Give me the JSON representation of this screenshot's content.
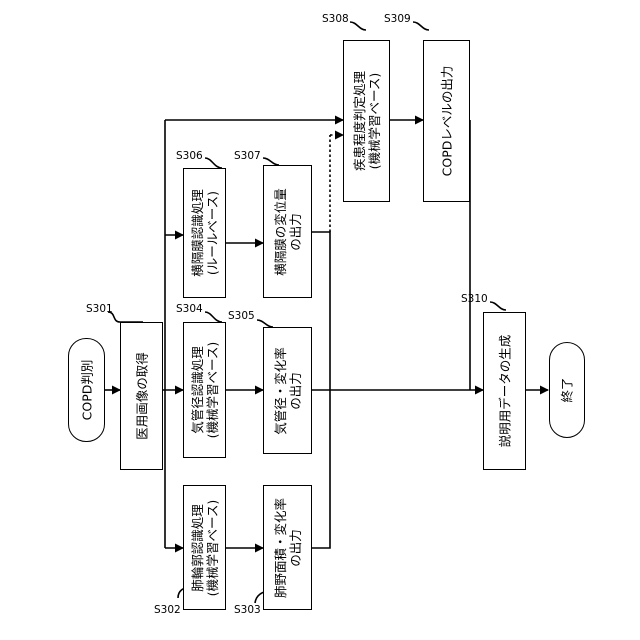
{
  "start": "COPD判別",
  "end": "終了",
  "steps": {
    "s301": {
      "label": "S301",
      "text": [
        "医用画像の取得"
      ]
    },
    "s302": {
      "label": "S302",
      "text": [
        "肺輪郭認識処理",
        "(機械学習ベース)"
      ]
    },
    "s303": {
      "label": "S303",
      "text": [
        "肺野面積・変化率",
        "の出力"
      ]
    },
    "s304": {
      "label": "S304",
      "text": [
        "気管径認識処理",
        "(機械学習ベース)"
      ]
    },
    "s305": {
      "label": "S305",
      "text": [
        "気管径・変化率",
        "の出力"
      ]
    },
    "s306": {
      "label": "S306",
      "text": [
        "横隔膜認識処理",
        "(ルールベース)"
      ]
    },
    "s307": {
      "label": "S307",
      "text": [
        "横隔膜の変位量",
        "の出力"
      ]
    },
    "s308": {
      "label": "S308",
      "text": [
        "疾患程度判定処理",
        "(機械学習ベース)"
      ]
    },
    "s309": {
      "label": "S309",
      "text": [
        "COPDレベルの出力"
      ]
    },
    "s310": {
      "label": "S310",
      "text": [
        "説明用データの生成"
      ]
    }
  }
}
